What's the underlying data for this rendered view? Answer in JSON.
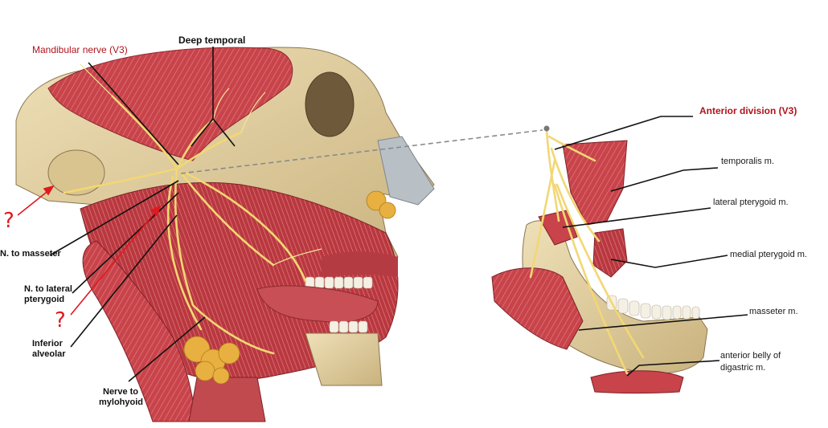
{
  "left_labels": {
    "mandibular_nerve": "Mandibular nerve (V3)",
    "deep_temporal": "Deep temporal",
    "n_to_masseter": "N. to masseter",
    "n_to_lateral_pterygoid_1": "N. to lateral",
    "n_to_lateral_pterygoid_2": "pterygoid",
    "inferior_alveolar_1": "Inferior",
    "inferior_alveolar_2": "alveolar",
    "nerve_to_mylohyoid_1": "Nerve to",
    "nerve_to_mylohyoid_2": "mylohyoid",
    "question_mark": "?"
  },
  "right_labels": {
    "anterior_division": "Anterior division (V3)",
    "temporalis": "temporalis m.",
    "lateral_pterygoid": "lateral pterygoid m.",
    "medial_pterygoid": "medial pterygoid m.",
    "masseter": "masseter m.",
    "digastric_1": "anterior belly of",
    "digastric_2": "digastric m."
  },
  "colors": {
    "label_red": "#b0141d",
    "question_red": "#e0191f",
    "muscle": "#c8434a",
    "muscle_dark": "#9c2a31",
    "bone": "#e6d3a3",
    "nerve": "#f2d774",
    "gland": "#e8b040",
    "leader": "#111111"
  }
}
